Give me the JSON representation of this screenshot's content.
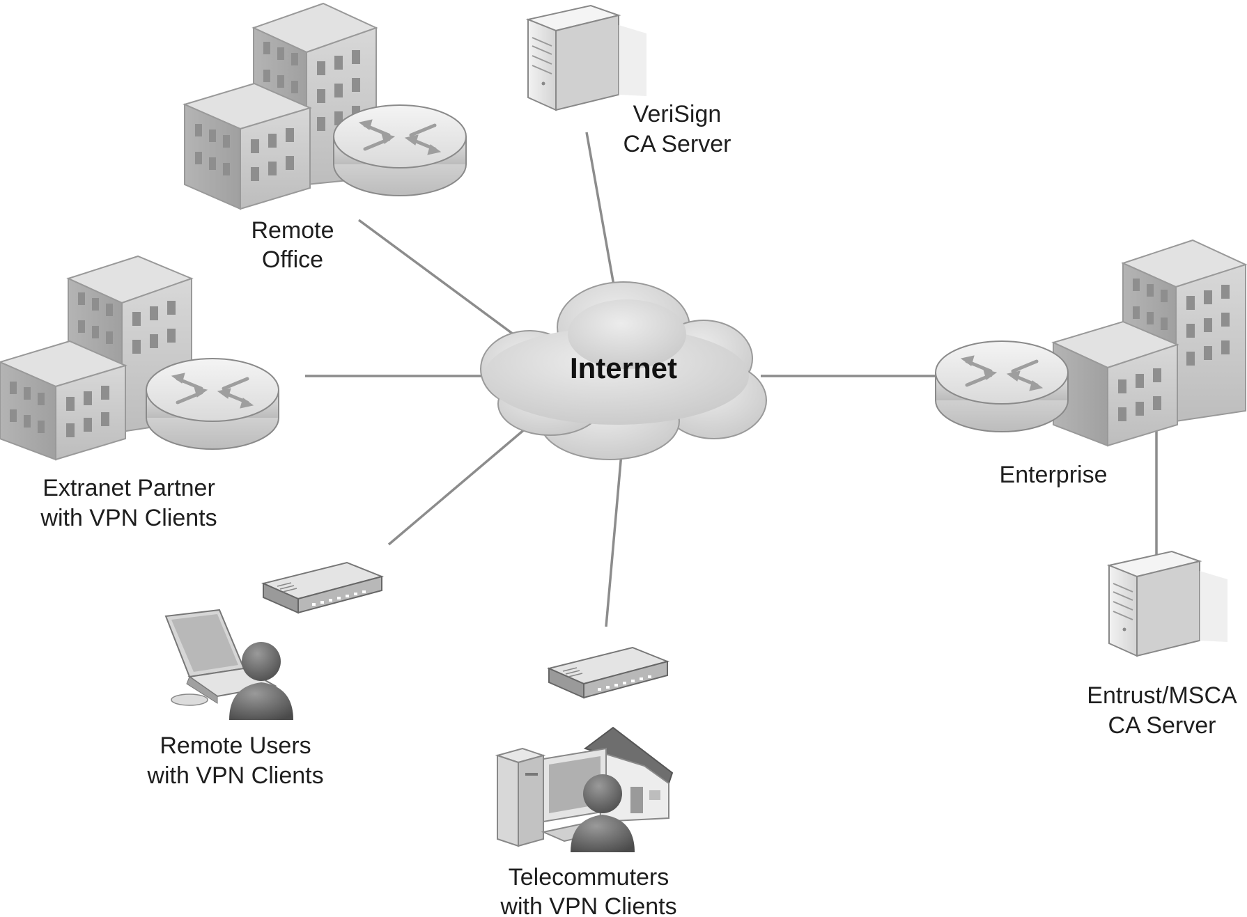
{
  "diagram": {
    "center": {
      "label": "Internet"
    },
    "nodes": [
      {
        "id": "remote-office",
        "label_lines": [
          "Remote",
          "Office"
        ],
        "icon": "office-building-with-router"
      },
      {
        "id": "verisign",
        "label_lines": [
          "VeriSign",
          "CA Server"
        ],
        "icon": "server"
      },
      {
        "id": "extranet",
        "label_lines": [
          "Extranet Partner",
          "with VPN Clients"
        ],
        "icon": "office-building-with-router"
      },
      {
        "id": "enterprise",
        "label_lines": [
          "Enterprise"
        ],
        "icon": "office-building-with-router"
      },
      {
        "id": "remote-users",
        "label_lines": [
          "Remote Users",
          "with VPN Clients"
        ],
        "icon": "laptop-user-with-modem"
      },
      {
        "id": "telecommuters",
        "label_lines": [
          "Telecommuters",
          "with VPN Clients"
        ],
        "icon": "home-pc-user-with-modem"
      },
      {
        "id": "entrust",
        "label_lines": [
          "Entrust/MSCA",
          "CA Server"
        ],
        "icon": "server"
      }
    ],
    "links": [
      [
        "internet",
        "remote-office"
      ],
      [
        "internet",
        "verisign"
      ],
      [
        "internet",
        "extranet"
      ],
      [
        "internet",
        "enterprise"
      ],
      [
        "internet",
        "remote-users"
      ],
      [
        "internet",
        "telecommuters"
      ],
      [
        "enterprise",
        "entrust"
      ]
    ],
    "colors": {
      "link": "#8c8c8c",
      "building": "#c8c8c8",
      "cloud": "#dcdcdc",
      "text": "#1e1e1e"
    }
  }
}
